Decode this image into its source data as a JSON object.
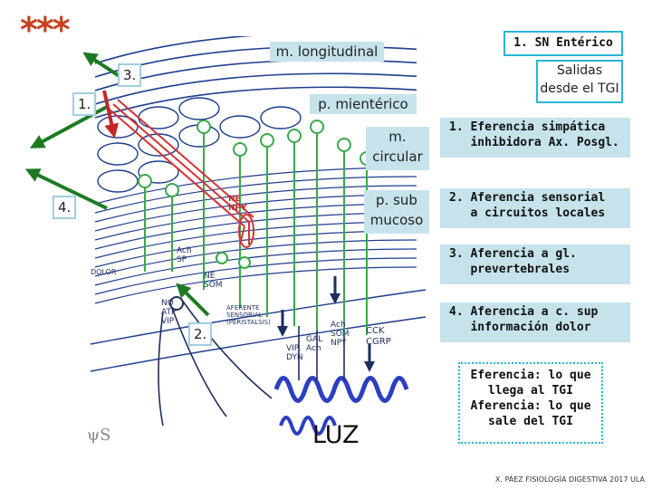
{
  "decoration": {
    "stars": "***"
  },
  "labels": {
    "m_longitudinal": "m. longitudinal",
    "p_mienterico": "p. mientérico",
    "m_circular": "m.\ncircular",
    "p_submucoso": "p. sub\nmucoso",
    "luz": "LUZ"
  },
  "numbers": {
    "n1": "1.",
    "n2": "2.",
    "n3": "3.",
    "n4": "4."
  },
  "side_panel": {
    "title": "1. SN Entérico",
    "salidas": "Salidas\ndesde el TGI",
    "items": [
      "1. Eferencia simpática\n   inhibidora Ax. Posgl.",
      "2. Aferencia sensorial\n   a circuitos locales",
      "3. Aferencia a gl.\n   prevertebrales",
      "4. Aferencia a c. sup\n   información dolor"
    ],
    "definitions": "Eferencia: lo que\nllega al TGI\nAferencia: lo que\nsale del TGI"
  },
  "handwritten": {
    "ne_npy": "NE\nNPY",
    "ne_som": "NE\nSOM",
    "ach_sp": "Ach\nSP",
    "ach_som_npy": "Ach\nSOM\nNPY",
    "gal_ach": "GAL\nAch",
    "vip_dyn": "VIP\nDYN",
    "no_atp_vip": "NO\nATP\nVIP",
    "cck_cgrp": "CCK\nCGRP",
    "dolor": "DOLOR",
    "aferente": "AFERENTE\nSENSORIAL\n(PERISTALSIS)",
    "signature": "ψS"
  },
  "footer": "X. PÁEZ  FISIOLOGÍA DIGESTIVA 2017  ULA",
  "colors": {
    "accent_border": "#26b6d6",
    "label_bg": "#c6e3ec",
    "neuron_green": "#3aa84a",
    "arrow_green": "#1e7a22",
    "sympathetic_red": "#d23434",
    "layer_blue": "#1d3d8e"
  }
}
